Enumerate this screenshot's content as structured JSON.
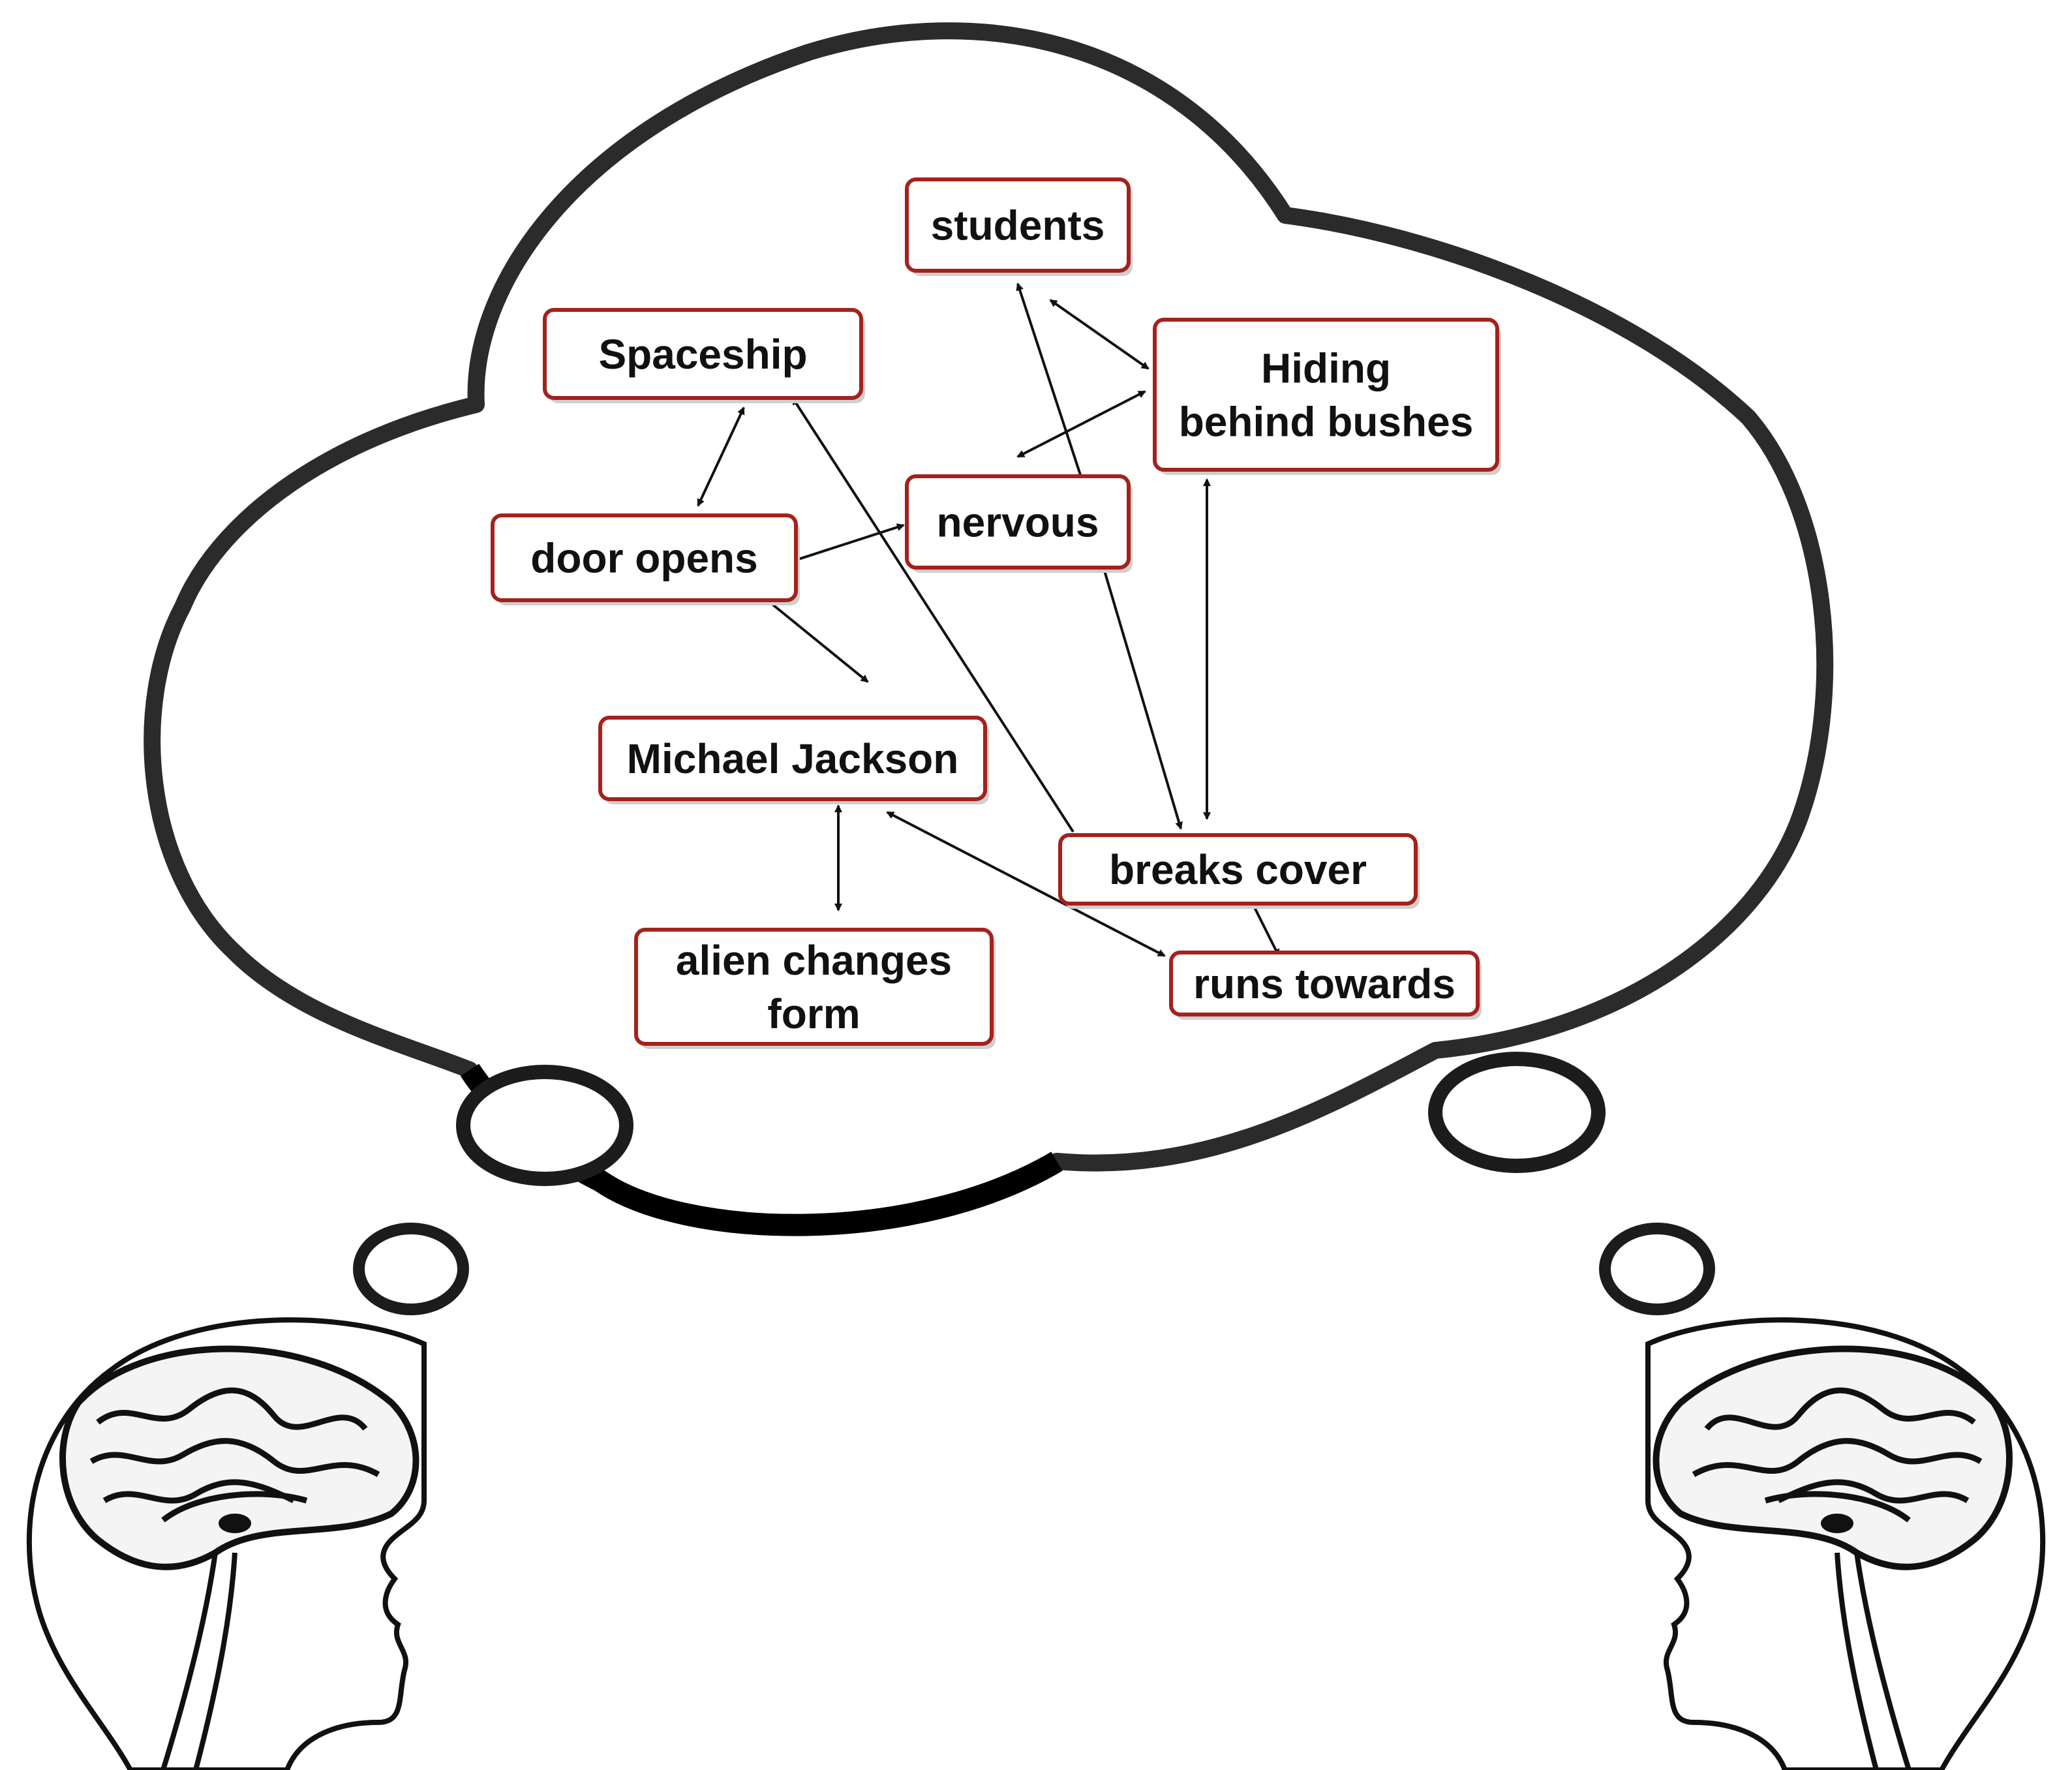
{
  "colors": {
    "node_border": "#a3221c",
    "node_fill": "#ffffff",
    "cloud_outline": "#2b2b2b",
    "arrow": "#111111"
  },
  "nodes": [
    {
      "id": "students",
      "lines": [
        "students"
      ]
    },
    {
      "id": "spaceship",
      "lines": [
        "Spaceship"
      ]
    },
    {
      "id": "hiding",
      "lines": [
        "Hiding",
        "behind bushes"
      ]
    },
    {
      "id": "nervous",
      "lines": [
        "nervous"
      ]
    },
    {
      "id": "door",
      "lines": [
        "door opens"
      ]
    },
    {
      "id": "michael",
      "lines": [
        "Michael Jackson"
      ]
    },
    {
      "id": "breaks",
      "lines": [
        "breaks cover"
      ]
    },
    {
      "id": "runs",
      "lines": [
        "runs towards"
      ]
    },
    {
      "id": "alien",
      "lines": [
        "alien changes",
        "form"
      ]
    }
  ],
  "edges": [
    {
      "from": "students",
      "to": "hiding",
      "direction": "both"
    },
    {
      "from": "hiding",
      "to": "nervous",
      "direction": "both"
    },
    {
      "from": "nervous",
      "to": "students",
      "direction": "to"
    },
    {
      "from": "spaceship",
      "to": "door",
      "direction": "both"
    },
    {
      "from": "nervous",
      "to": "door",
      "direction": "both"
    },
    {
      "from": "door",
      "to": "michael",
      "direction": "both"
    },
    {
      "from": "breaks",
      "to": "spaceship",
      "direction": "to"
    },
    {
      "from": "nervous",
      "to": "breaks",
      "direction": "to"
    },
    {
      "from": "hiding",
      "to": "breaks",
      "direction": "both"
    },
    {
      "from": "michael",
      "to": "runs",
      "direction": "both"
    },
    {
      "from": "michael",
      "to": "alien",
      "direction": "both"
    },
    {
      "from": "breaks",
      "to": "runs",
      "direction": "to"
    }
  ],
  "decorations": {
    "thought_cloud": "thought-cloud",
    "left_head": "brain-head-icon",
    "right_head": "brain-head-icon"
  }
}
